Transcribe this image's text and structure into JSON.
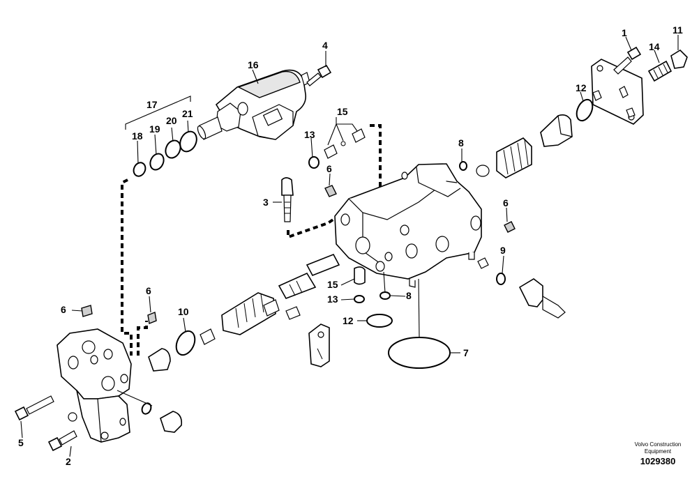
{
  "callouts": [
    "1",
    "2",
    "3",
    "4",
    "5",
    "6",
    "7",
    "8",
    "9",
    "10",
    "11",
    "12",
    "13",
    "14",
    "15",
    "16",
    "17",
    "18",
    "19",
    "20",
    "21"
  ],
  "credit": {
    "line1": "Volvo Construction",
    "line2": "Equipment"
  },
  "document_number": "1029380"
}
